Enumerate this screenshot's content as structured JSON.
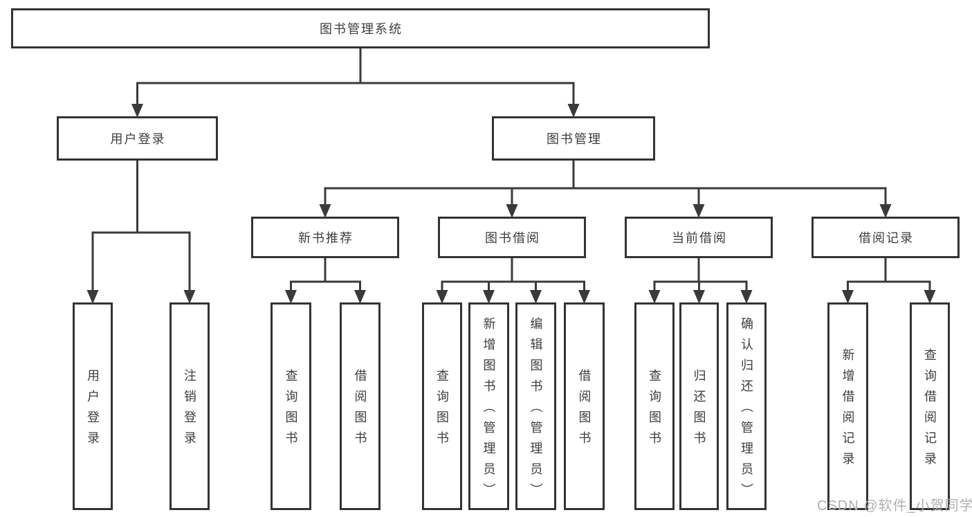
{
  "diagram": {
    "type": "hierarchy-diagram",
    "title": "图书管理系统",
    "watermark": "CSDN @软件_小贺同学",
    "colors": {
      "background": "#ffffff",
      "line": "#3a3a3a",
      "border": "#333333",
      "text": "#3d3d3d",
      "watermark": "#b0b0b0"
    },
    "nodes": [
      {
        "id": "root",
        "label": "图书管理系统",
        "parent": null
      },
      {
        "id": "user-login",
        "label": "用户登录",
        "parent": "root"
      },
      {
        "id": "book-mgmt",
        "label": "图书管理",
        "parent": "root"
      },
      {
        "id": "new-book-rec",
        "label": "新书推荐",
        "parent": "book-mgmt"
      },
      {
        "id": "book-borrow",
        "label": "图书借阅",
        "parent": "book-mgmt"
      },
      {
        "id": "current-borrow",
        "label": "当前借阅",
        "parent": "book-mgmt"
      },
      {
        "id": "borrow-records",
        "label": "借阅记录",
        "parent": "book-mgmt"
      },
      {
        "id": "login",
        "label": "用户登录",
        "parent": "user-login"
      },
      {
        "id": "logout",
        "label": "注销登录",
        "parent": "user-login"
      },
      {
        "id": "rec-query",
        "label": "查询图书",
        "parent": "new-book-rec"
      },
      {
        "id": "rec-borrow",
        "label": "借阅图书",
        "parent": "new-book-rec"
      },
      {
        "id": "bb-query",
        "label": "查询图书",
        "parent": "book-borrow"
      },
      {
        "id": "bb-add",
        "label": "新增图书（管理员）",
        "parent": "book-borrow"
      },
      {
        "id": "bb-edit",
        "label": "编辑图书（管理员）",
        "parent": "book-borrow"
      },
      {
        "id": "bb-borrow",
        "label": "借阅图书",
        "parent": "book-borrow"
      },
      {
        "id": "cb-query",
        "label": "查询图书",
        "parent": "current-borrow"
      },
      {
        "id": "cb-return",
        "label": "归还图书",
        "parent": "current-borrow"
      },
      {
        "id": "cb-confirm",
        "label": "确认归还（管理员）",
        "parent": "current-borrow"
      },
      {
        "id": "br-add",
        "label": "新增借阅记录",
        "parent": "borrow-records"
      },
      {
        "id": "br-query",
        "label": "查询借阅记录",
        "parent": "borrow-records"
      }
    ]
  }
}
